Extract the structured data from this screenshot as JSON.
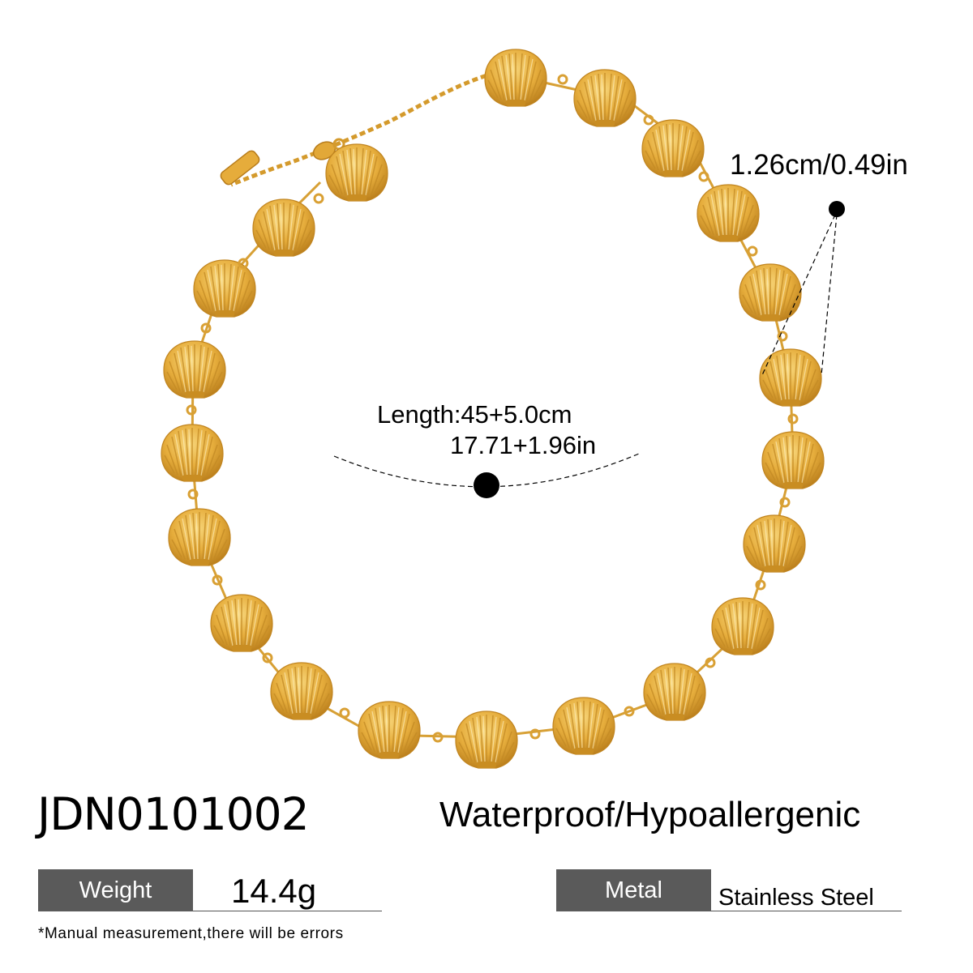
{
  "product": {
    "sku": "JDN0101002",
    "features": "Waterproof/Hypoallergenic"
  },
  "dimensions": {
    "length_cm": "Length:45+5.0cm",
    "length_in": "17.71+1.96in",
    "pendant_size": "1.26cm/0.49in"
  },
  "specs": {
    "weight": {
      "label": "Weight",
      "value": "14.4g"
    },
    "metal": {
      "label": "Metal",
      "value": "Stainless Steel"
    }
  },
  "disclaimer": "*Manual measurement,there will be errors",
  "colors": {
    "gold": "#e0a733",
    "gold_light": "#f6cd6c",
    "gold_dark": "#b47a18",
    "label_bg": "#5a5a5a",
    "text": "#000000",
    "background": "#ffffff"
  },
  "image": {
    "subject": "gold seashell link necklace with extender chain and lobster clasp",
    "shell_count": 21
  }
}
